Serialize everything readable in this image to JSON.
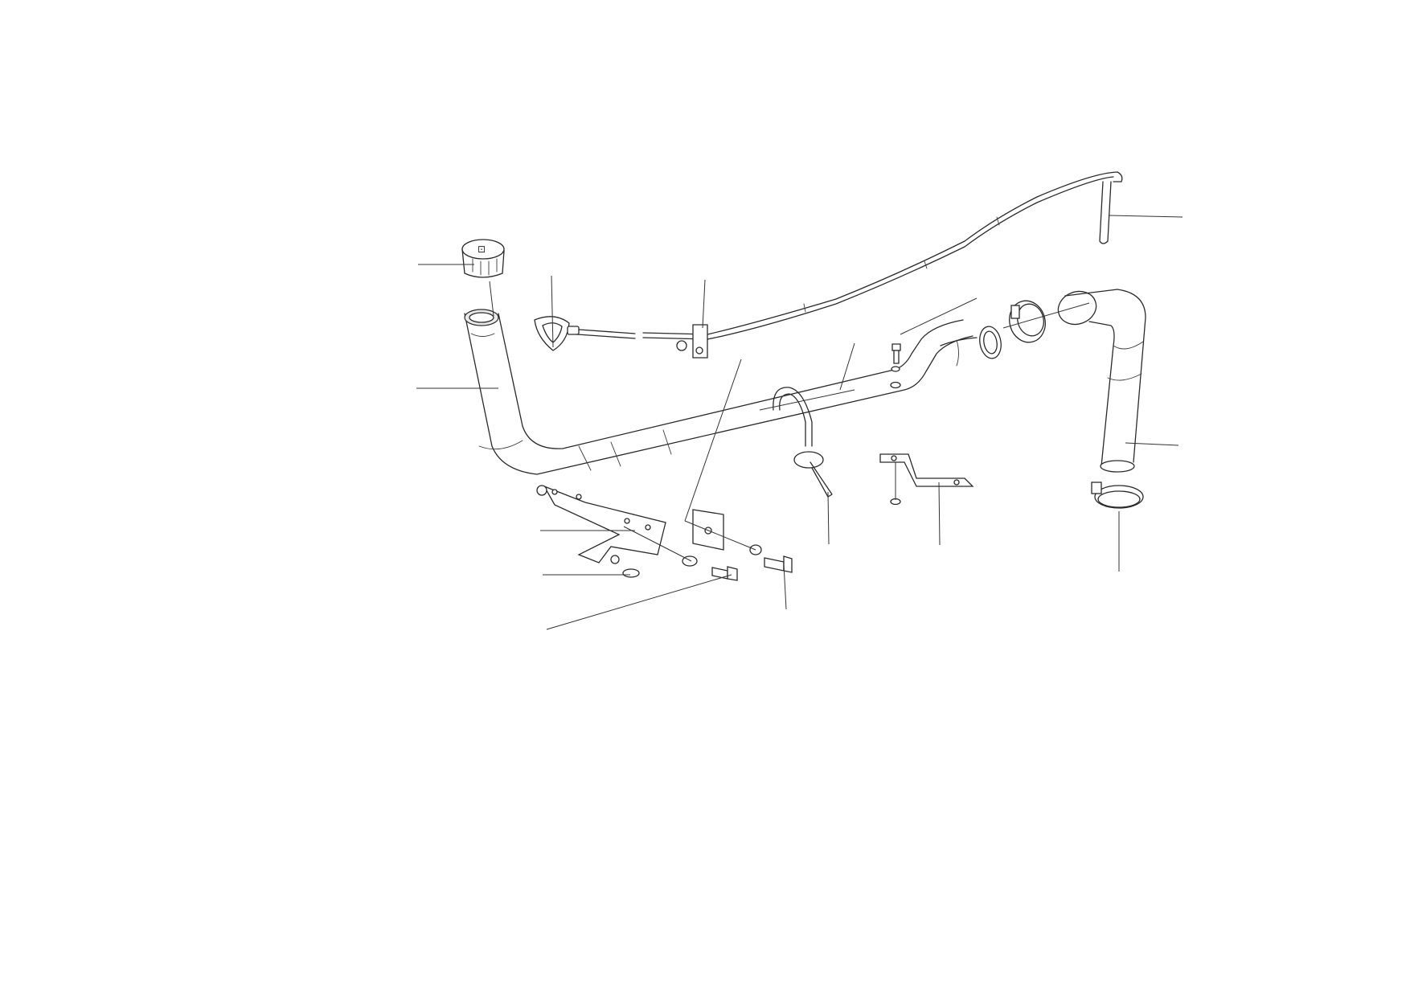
{
  "diagram": {
    "line_color": "#2a2a2a",
    "background": "#ffffff",
    "parts": [
      "filler-cap",
      "filler-neck-pipe",
      "dipstick-handle",
      "dipstick-tube",
      "tube-clip",
      "oil-pipe",
      "hose-clamp-upper",
      "elbow-hose",
      "hose-clamp-lower",
      "rubber-mount",
      "support-bracket-left",
      "support-bracket-right",
      "bolt",
      "washer",
      "nut"
    ],
    "leader_count": 17
  }
}
